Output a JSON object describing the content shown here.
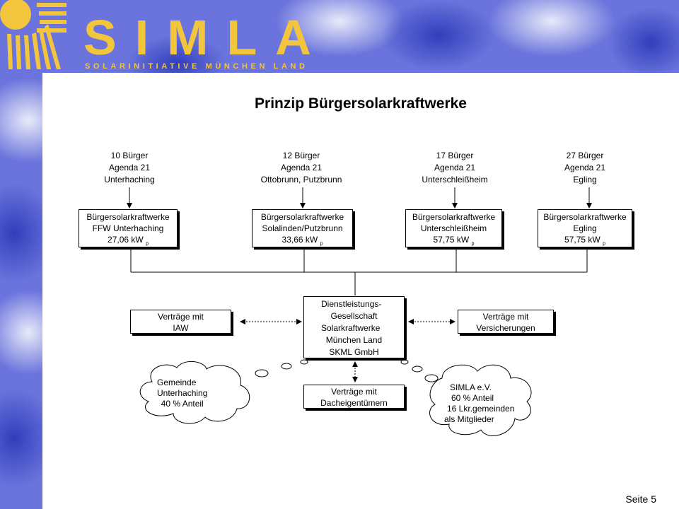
{
  "logo": {
    "name": "SIMLA",
    "subtitle": "SOLARINITIATIVE MÜNCHEN LAND"
  },
  "title": "Prinzip Bürgersolarkraftwerke",
  "groups": [
    {
      "count": "10 Bürger",
      "agenda": "Agenda 21",
      "place": "Unterhaching"
    },
    {
      "count": "12 Bürger",
      "agenda": "Agenda 21",
      "place": "Ottobrunn, Putzbrunn"
    },
    {
      "count": "17 Bürger",
      "agenda": "Agenda 21",
      "place": "Unterschleißheim"
    },
    {
      "count": "27 Bürger",
      "agenda": "Agenda 21",
      "place": "Egling"
    }
  ],
  "plants": [
    {
      "name": "Bürgersolarkraftwerke",
      "site": "FFW Unterhaching",
      "power": "27,06 kW",
      "unit_sub": "p"
    },
    {
      "name": "Bürgersolarkraftwerke",
      "site": "Solalinden/Putzbrunn",
      "power": "33,66 kW",
      "unit_sub": "p"
    },
    {
      "name": "Bürgersolarkraftwerke",
      "site": "Unterschleißheim",
      "power": "57,75 kW",
      "unit_sub": "p"
    },
    {
      "name": "Bürgersolarkraftwerke",
      "site": "Egling",
      "power": "57,75 kW",
      "unit_sub": "p"
    }
  ],
  "center": {
    "l1": "Dienstleistungs-",
    "l2": "Gesellschaft",
    "l3": "Solarkraftwerke",
    "l4": "München Land",
    "l5": "SKML GmbH"
  },
  "left_contract": {
    "l1": "Verträge mit",
    "l2": "IAW"
  },
  "right_contract": {
    "l1": "Verträge mit",
    "l2": "Versicherungen"
  },
  "bottom_contract": {
    "l1": "Verträge mit",
    "l2": "Dacheigentümern"
  },
  "cloud_left": {
    "l1": "Gemeinde",
    "l2": "Unterhaching",
    "l3": "40 % Anteil"
  },
  "cloud_right": {
    "l1": "SIMLA e.V.",
    "l2": "60 % Anteil",
    "l3": "16 Lkr.gemeinden",
    "l4": "als Mitglieder"
  },
  "footer": "Seite 5",
  "colors": {
    "logo": "#f2c53c",
    "background": "#5a66d6",
    "panel": "#ffffff"
  }
}
